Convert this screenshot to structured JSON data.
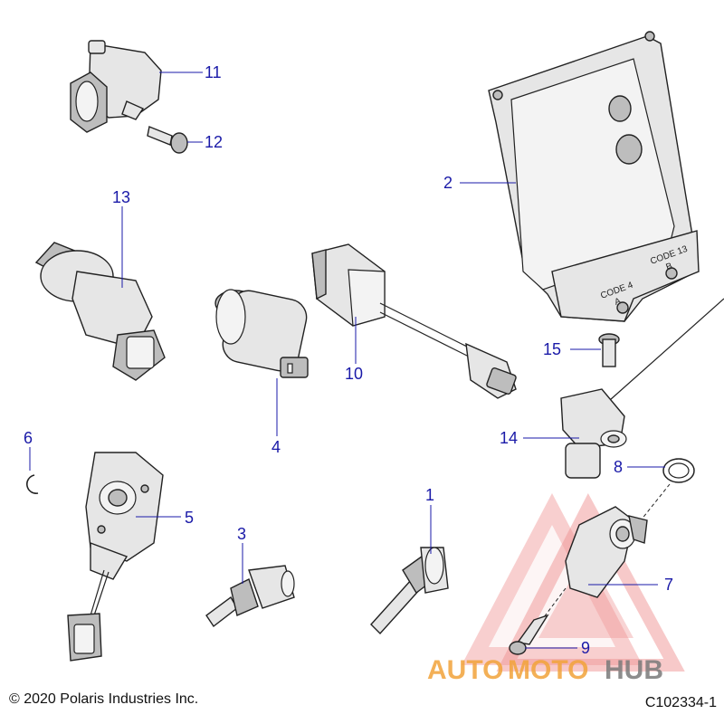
{
  "callouts": [
    {
      "id": "callout-1",
      "label": "1"
    },
    {
      "id": "callout-2",
      "label": "2"
    },
    {
      "id": "callout-3",
      "label": "3"
    },
    {
      "id": "callout-4",
      "label": "4"
    },
    {
      "id": "callout-5",
      "label": "5"
    },
    {
      "id": "callout-6",
      "label": "6"
    },
    {
      "id": "callout-7",
      "label": "7"
    },
    {
      "id": "callout-8",
      "label": "8"
    },
    {
      "id": "callout-9",
      "label": "9"
    },
    {
      "id": "callout-10",
      "label": "10"
    },
    {
      "id": "callout-11",
      "label": "11"
    },
    {
      "id": "callout-12",
      "label": "12"
    },
    {
      "id": "callout-13",
      "label": "13"
    },
    {
      "id": "callout-14",
      "label": "14"
    },
    {
      "id": "callout-15",
      "label": "15"
    }
  ],
  "ecu_markings": {
    "code_4": "CODE 4",
    "code_4_sub": "A",
    "code_13": "CODE 13",
    "code_13_sub": "B"
  },
  "watermark": {
    "auto": "AUTO",
    "moto": "MOTO",
    "hub": "HUB",
    "color_orange": "#f2a33a",
    "color_gray": "#7a7a7a",
    "color_red": "#e23b3b"
  },
  "footer": {
    "copyright": "© 2020 Polaris Industries Inc.",
    "diagram_code": "C102334-1"
  },
  "colors": {
    "callout": "#1a1aa8"
  }
}
